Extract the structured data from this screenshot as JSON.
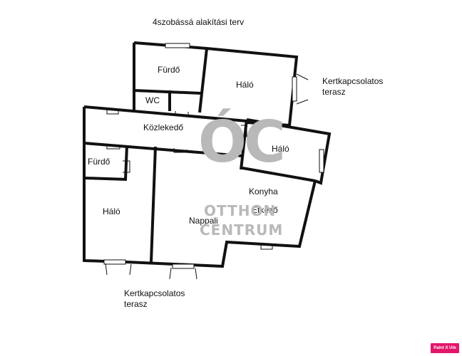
{
  "title": "4szobássá alakítási terv",
  "rooms": {
    "furdo_top": "Fürdő",
    "halo_top": "Háló",
    "wc": "WC",
    "kozlekedo": "Közlekedő",
    "halo_right": "Háló",
    "furdo_left": "Fürdő",
    "halo_left": "Háló",
    "konyha": "Konyha",
    "etkezo": "Étkező",
    "nappali": "Nappali"
  },
  "terrace_right": {
    "line1": "Kertkapcsolatos",
    "line2": "terasz"
  },
  "terrace_bottom": {
    "line1": "Kertkapcsolatos",
    "line2": "terasz"
  },
  "watermark": {
    "monogram": "ÓC",
    "line1": "OTTHON",
    "line2": "CENTRUM",
    "color": "#b9b9b9"
  },
  "badge": "Paint X Ute",
  "colors": {
    "wall": "#111111",
    "badge": "#e3176a"
  }
}
